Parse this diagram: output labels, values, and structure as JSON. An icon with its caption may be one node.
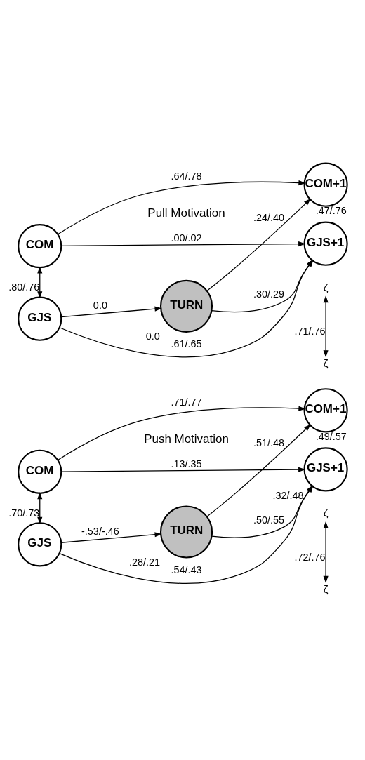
{
  "diagram": {
    "nodes": [
      {
        "text": [
          "GJS"
        ]
      },
      {
        "text": [
          "GJS+1"
        ],
        "beside": [
          ".32/.48"
        ]
      },
      {
        "text": [
          "TURN"
        ],
        "beside": [
          ".28/.21"
        ]
      },
      {
        "text": [
          "COM"
        ]
      },
      {
        "text": [
          "COM+1"
        ],
        "beside": [
          ".49/.57"
        ]
      },
      {
        "text": [
          "ζ"
        ]
      },
      {
        "text": [
          "ζ"
        ]
      },
      {
        "text": [
          "GJS"
        ]
      },
      {
        "text": [
          "GJS+1"
        ]
      },
      {
        "text": [
          "TURN"
        ],
        "beside": [
          "0.0"
        ]
      },
      {
        "text": [
          "COM"
        ]
      },
      {
        "text": [
          "COM+1"
        ],
        "beside": [
          ".47/.76"
        ]
      },
      {
        "text": [
          "ζ"
        ]
      },
      {
        "text": [
          "ζ"
        ]
      }
    ],
    "edges": [
      {
        "from": 0,
        "to": 1,
        "arrow": "to",
        "label": ".54/.43"
      },
      {
        "from": 0,
        "to": 2,
        "arrow": "to",
        "label": "-.53/-.46"
      },
      {
        "from": 2,
        "to": 1,
        "arrow": "to",
        "label": ".50/.55"
      },
      {
        "from": 0,
        "to": 3,
        "arrow": "both",
        "label": ".70/.73"
      },
      {
        "from": 3,
        "to": 1,
        "arrow": "to",
        "label": ".13/.35"
      },
      {
        "from": 2,
        "to": 4,
        "arrow": "to",
        "label": ".51/.48"
      },
      {
        "from": 3,
        "to": 4,
        "arrow": "to",
        "label": ".71/.77"
      },
      {
        "from": 5,
        "to": 6,
        "arrow": "both",
        "label": ".72/.76"
      },
      {
        "from": 7,
        "to": 8,
        "arrow": "to",
        "label": ".61/.65"
      },
      {
        "from": 7,
        "to": 9,
        "arrow": "to",
        "label": "0.0"
      },
      {
        "from": 9,
        "to": 8,
        "arrow": "to",
        "label": ".30/.29"
      },
      {
        "from": 7,
        "to": 10,
        "arrow": "both",
        "label": ".80/.76"
      },
      {
        "from": 10,
        "to": 8,
        "arrow": "to",
        "label": ".00/.02"
      },
      {
        "from": 9,
        "to": 11,
        "arrow": "to",
        "label": ".24/.40"
      },
      {
        "from": 10,
        "to": 11,
        "arrow": "to",
        "label": ".64/.78"
      },
      {
        "from": 12,
        "to": 13,
        "arrow": "both",
        "label": ".71/.76"
      }
    ],
    "labels": [
      "Push Motivation",
      "Pull Motivation"
    ]
  }
}
